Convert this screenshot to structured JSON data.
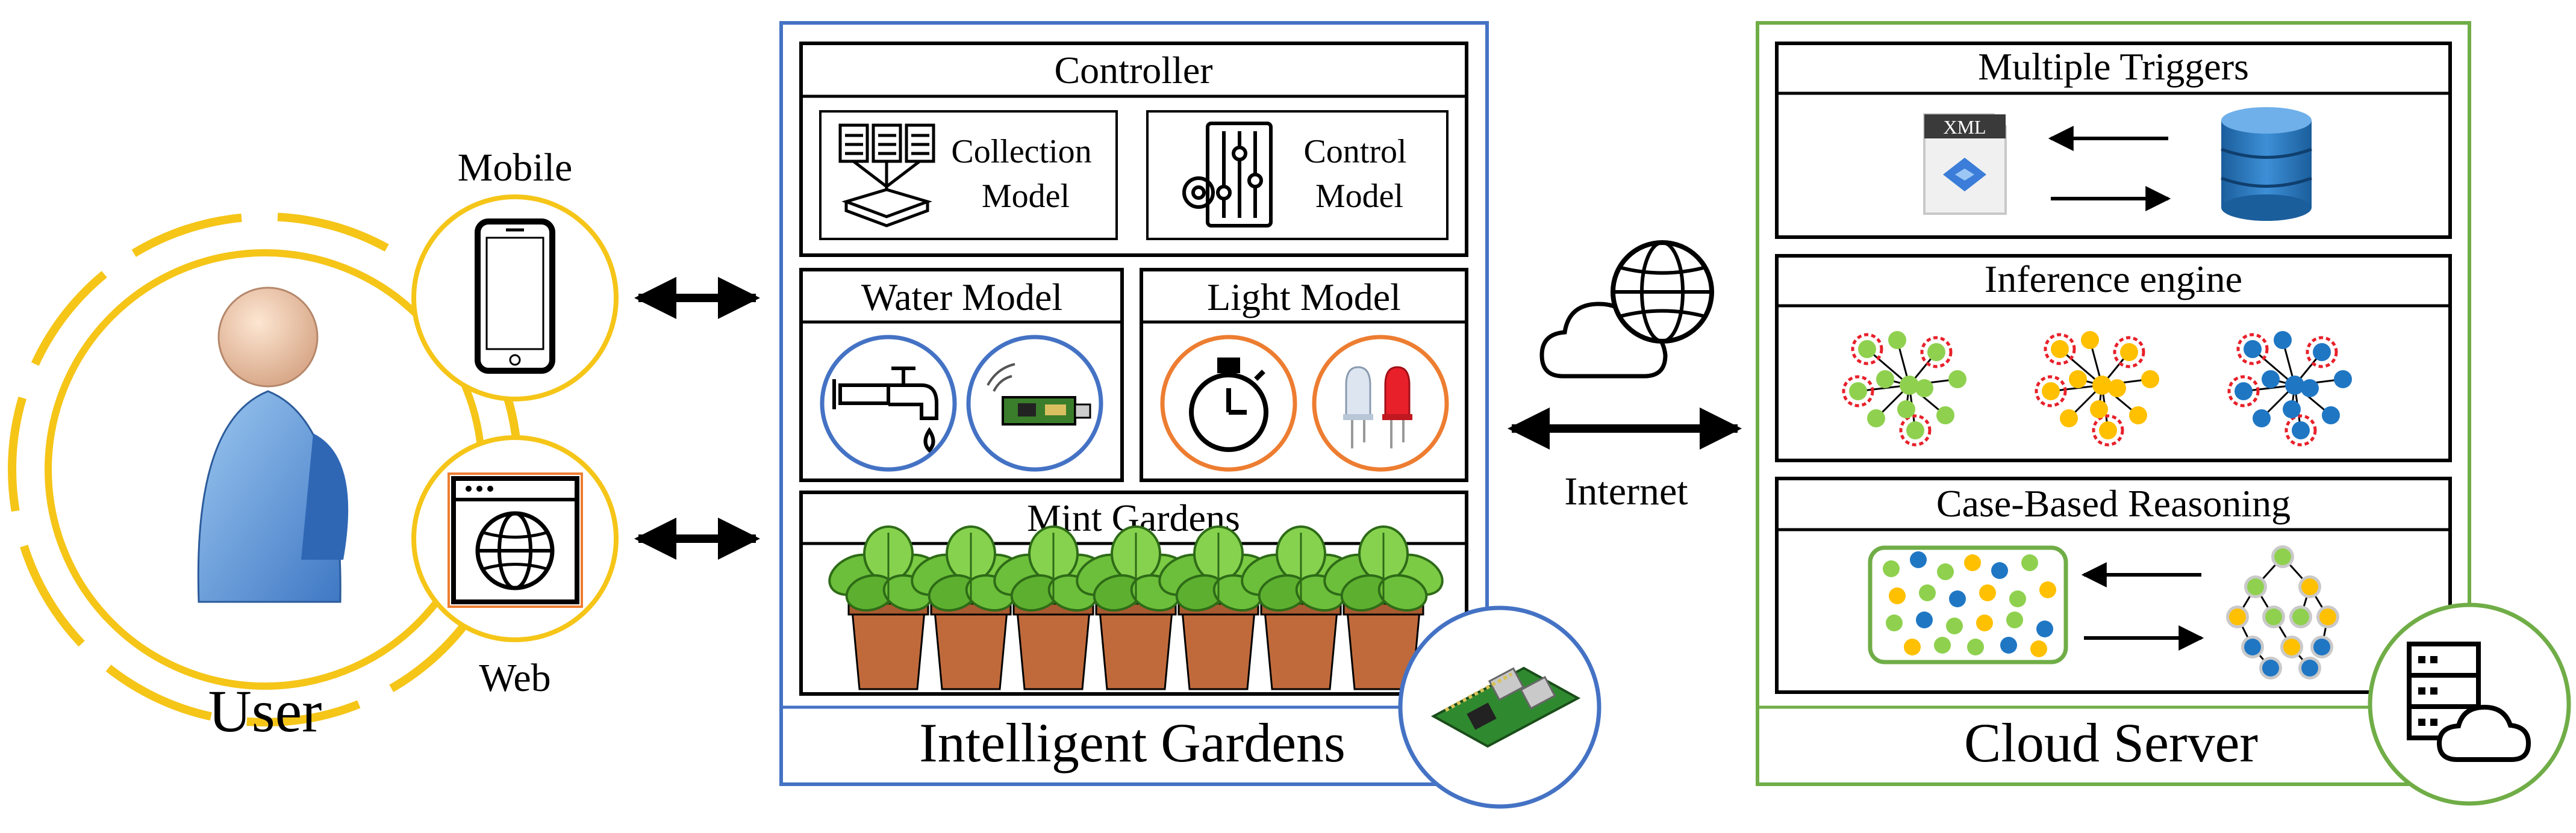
{
  "user": {
    "label": "User"
  },
  "clients": {
    "mobile_label": "Mobile",
    "web_label": "Web"
  },
  "gardens": {
    "title": "Intelligent Gardens",
    "controller": {
      "title": "Controller",
      "collection": [
        "Collection",
        "Model"
      ],
      "control": [
        "Control",
        "Model"
      ]
    },
    "water_model": "Water Model",
    "light_model": "Light Model",
    "mint_gardens": "Mint Gardens"
  },
  "network": {
    "label": "Internet"
  },
  "cloud": {
    "title": "Cloud Server",
    "triggers": {
      "title": "Multiple Triggers",
      "xml_label": "XML"
    },
    "inference": {
      "title": "Inference engine"
    },
    "cbr": {
      "title": "Case-Based Reasoning"
    }
  },
  "colors": {
    "yellow": "#F5C518",
    "blue": "#4472C4",
    "green": "#70AD47",
    "orange": "#ED7D31",
    "dot_green": "#8FD14F",
    "dot_yellow": "#FFC000",
    "dot_blue": "#1F77C4",
    "dot_red": "#E8202A"
  },
  "icons": [
    "person-icon",
    "smartphone-icon",
    "browser-globe-icon",
    "documents-funnel-icon",
    "control-panel-icon",
    "faucet-icon",
    "sensor-board-icon",
    "stopwatch-icon",
    "led-icon",
    "mint-plant-icon",
    "raspberry-pi-icon",
    "cloud-globe-icon",
    "xml-file-icon",
    "database-icon",
    "graph-network-icon",
    "case-tree-icon",
    "server-cloud-icon"
  ]
}
